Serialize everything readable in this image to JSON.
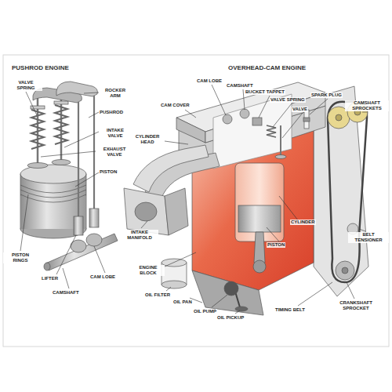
{
  "diagram": {
    "labels": [
      "PUSHROD ENGINE",
      "VALVE SPRING",
      "ROCKER ARM",
      "PUSHROD",
      "INTAKE VALVE",
      "EXHAUST VALVE",
      "PISTON",
      "PISTON RINGS",
      "LIFTER",
      "CAMSHAFT",
      "CAM LOBE",
      "OVERHEAD-CAM ENGINE",
      "CAM COVER",
      "CAM LOBE",
      "CAMSHAFT",
      "BUCKET TAPPET",
      "VALVE SPRING",
      "VALVE",
      "SPARK PLUG",
      "CAMSHAFT SPROCKETS",
      "CYLINDER HEAD",
      "INTAKE MANIFOLD",
      "PISTON",
      "CYLINDER",
      "BELT TENSIONER",
      "ENGINE BLOCK",
      "OIL FILTER",
      "OIL PAN",
      "OIL PUMP",
      "OIL PICKUP",
      "TIMING BELT",
      "CRANKSHAFT SPROCKET"
    ]
  }
}
